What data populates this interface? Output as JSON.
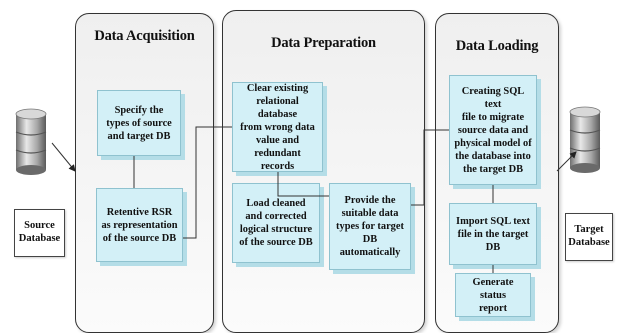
{
  "phases": {
    "acquisition": {
      "title": "Data Acquisition",
      "steps": [
        "Specify the\ntypes of source\nand target DB",
        "Retentive RSR\nas representation\nof the source DB"
      ]
    },
    "preparation": {
      "title": "Data Preparation",
      "steps": [
        "Clear existing\nrelational database\nfrom wrong data\nvalue  and\nredundant records",
        "Load cleaned\nand corrected\nlogical structure\nof the source DB",
        "Provide the\nsuitable data\ntypes for target\nDB automatically"
      ]
    },
    "loading": {
      "title": "Data Loading",
      "steps": [
        "Creating SQL text\nfile to migrate\nsource data and\nphysical model of\nthe database into\nthe target DB",
        "Import SQL text\nfile in the target\nDB",
        "Generate status\nreport"
      ]
    }
  },
  "source_database": "Source\nDatabase",
  "target_database": "Target\nDatabase",
  "colors": {
    "step_fill": "#d3f0f7",
    "step_shadow": "#b4dde7",
    "line": "#333333"
  }
}
